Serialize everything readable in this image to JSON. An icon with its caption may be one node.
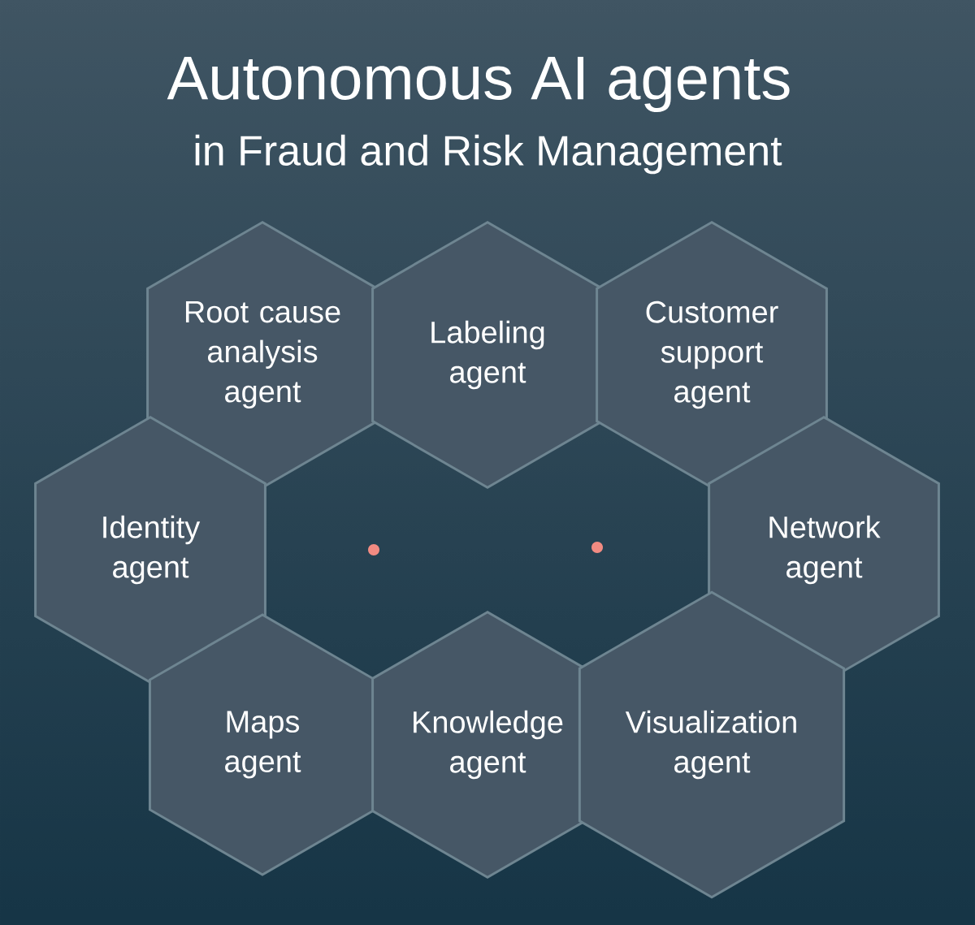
{
  "diagram": {
    "title": "Autonomous AI agents",
    "nodes": [
      {
        "text": [
          "Root cause analysis agent"
        ]
      },
      {
        "text": [
          "Labeling agent"
        ]
      },
      {
        "text": [
          "Customer support agent"
        ]
      },
      {
        "text": [
          "Identity agent"
        ]
      },
      {
        "text": [
          "Network agent"
        ]
      },
      {
        "text": [
          "Maps agent"
        ]
      },
      {
        "text": [
          "Knowledge agent"
        ]
      },
      {
        "text": [
          "Visualization agent"
        ]
      }
    ],
    "labels": [
      "in Fraud and Risk Management"
    ]
  }
}
